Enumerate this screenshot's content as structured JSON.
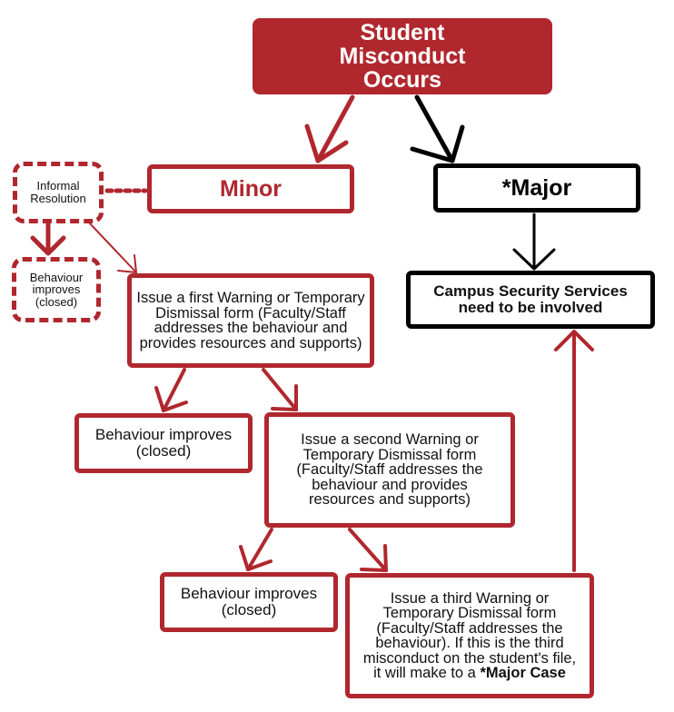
{
  "nodes": {
    "start": "Student Misconduct Occurs",
    "minor": "Minor",
    "major": "*Major",
    "informal": "Informal Resolution",
    "improves_small": "Behaviour improves (closed)",
    "security": "Campus Security Services need to be involved",
    "first": "Issue a first Warning or Temporary Dismissal form (Faculty/Staff addresses the behaviour and provides resources and supports)",
    "improves1": "Behaviour improves  (closed)",
    "second": "Issue a second Warning or Temporary Dismissal form (Faculty/Staff addresses the behaviour and provides resources and supports)",
    "improves2": "Behaviour improves  (closed)",
    "third": "Issue a third Warning or Temporary Dismissal form (Faculty/Staff addresses the behaviour). If this is the third misconduct on the student's file, it will make to a",
    "third_bold": "*Major Case"
  },
  "colors": {
    "accent": "#b0272e",
    "major": "#000000"
  }
}
